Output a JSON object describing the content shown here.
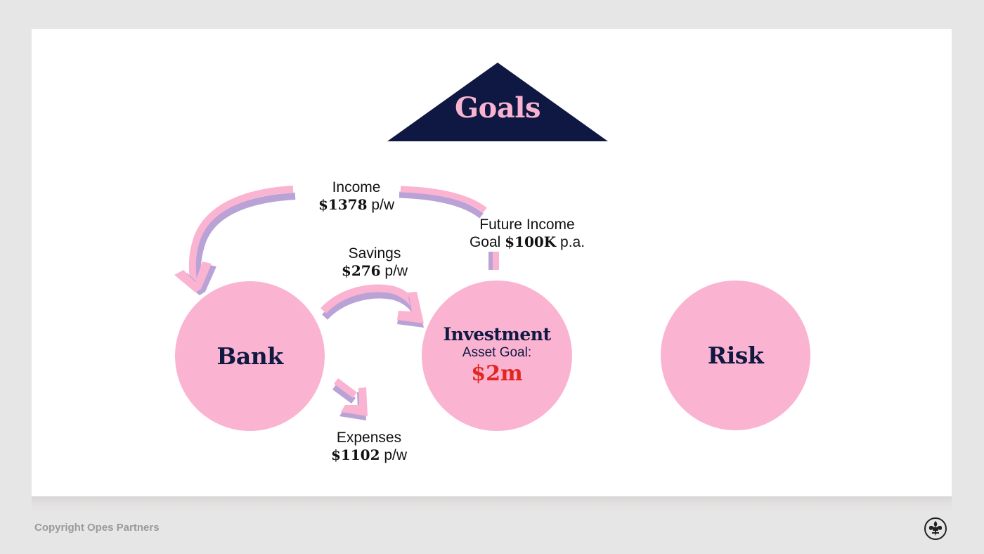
{
  "header": {
    "title": "Goals"
  },
  "flows": {
    "income": {
      "label": "Income",
      "amount": "$1378",
      "unit": " p/w"
    },
    "savings": {
      "label": "Savings",
      "amount": "$276",
      "unit": " p/w"
    },
    "expenses": {
      "label": "Expenses",
      "amount": "$1102",
      "unit": " p/w"
    },
    "future_income": {
      "line1": "Future Income",
      "line2_prefix": "Goal ",
      "amount": "$100K",
      "unit": " p.a."
    }
  },
  "nodes": {
    "bank": {
      "title": "Bank"
    },
    "investment": {
      "title": "Investment",
      "subtitle": "Asset Goal:",
      "value": "$2m"
    },
    "risk": {
      "title": "Risk"
    }
  },
  "footer": {
    "copyright": "Copyright Opes Partners",
    "logo_icon": "fleur-de-lis-icon"
  },
  "colors": {
    "navy": "#101942",
    "pink": "#fbb3d2",
    "lavender": "#b9a2d6",
    "red": "#e3261f",
    "background": "#e6e6e6"
  }
}
